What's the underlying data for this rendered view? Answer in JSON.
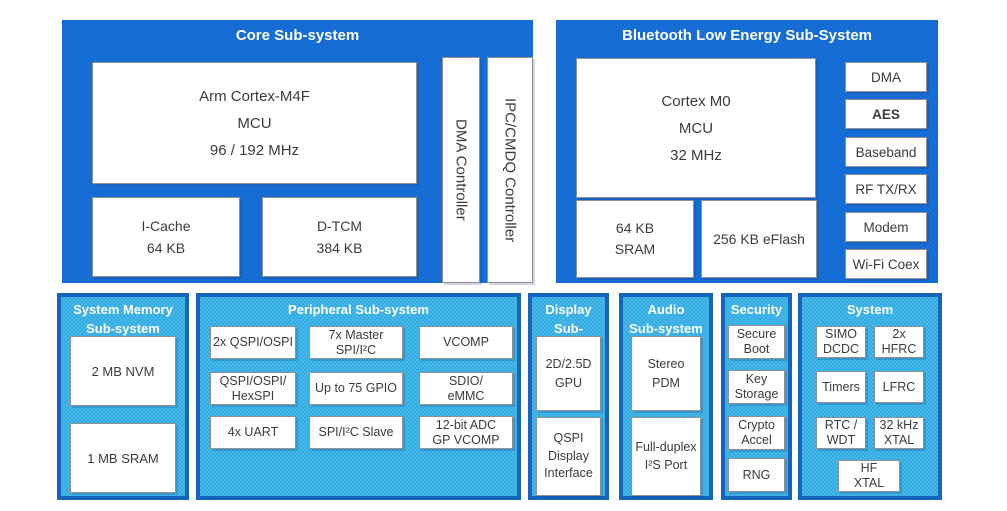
{
  "colors": {
    "panel_dark_blue": "#1771DC",
    "panel_light_blue_fill": "#2FACE4",
    "panel_light_blue_border": "#1565BD",
    "box_fill": "#FFFFFF",
    "box_text": "#3B3B3B",
    "title_text": "#FFFFFF"
  },
  "core": {
    "title": "Core Sub-system",
    "mcu": "Arm Cortex-M4F\nMCU\n96 / 192 MHz",
    "icache": "I-Cache\n64 KB",
    "dtcm": "D-TCM\n384 KB",
    "dma_controller": "DMA Controller",
    "ipc_controller": "IPC/CMDQ Controller"
  },
  "ble": {
    "title": "Bluetooth Low Energy Sub-System",
    "mcu": "Cortex M0\nMCU\n32 MHz",
    "sram": "64 KB\nSRAM",
    "eflash": "256 KB eFlash",
    "blocks": [
      "DMA",
      "AES",
      "Baseband",
      "RF TX/RX",
      "Modem",
      "Wi-Fi Coex"
    ]
  },
  "memory": {
    "title": "System Memory\nSub-system",
    "blocks": [
      "2 MB NVM",
      "1 MB SRAM"
    ]
  },
  "peripheral": {
    "title": "Peripheral Sub-system",
    "blocks": [
      "2x QSPI/OSPI",
      "7x Master\nSPI/I²C",
      "VCOMP",
      "QSPI/OSPI/\nHexSPI",
      "Up to 75 GPIO",
      "SDIO/\neMMC",
      "4x UART",
      "SPI/I²C Slave",
      "12-bit ADC\nGP VCOMP"
    ]
  },
  "display": {
    "title": "Display\nSub-system",
    "blocks": [
      "2D/2.5D\nGPU",
      "QSPI\nDisplay\nInterface"
    ]
  },
  "audio": {
    "title": "Audio\nSub-system",
    "blocks": [
      "Stereo\nPDM",
      "Full-duplex\nI²S Port"
    ]
  },
  "security": {
    "title": "Security",
    "blocks": [
      "Secure\nBoot",
      "Key\nStorage",
      "Crypto\nAccel",
      "RNG"
    ]
  },
  "system": {
    "title": "System",
    "blocks": [
      "SIMO\nDCDC",
      "2x\nHFRC",
      "Timers",
      "LFRC",
      "RTC /\nWDT",
      "32 kHz\nXTAL",
      "HF\nXTAL"
    ]
  }
}
